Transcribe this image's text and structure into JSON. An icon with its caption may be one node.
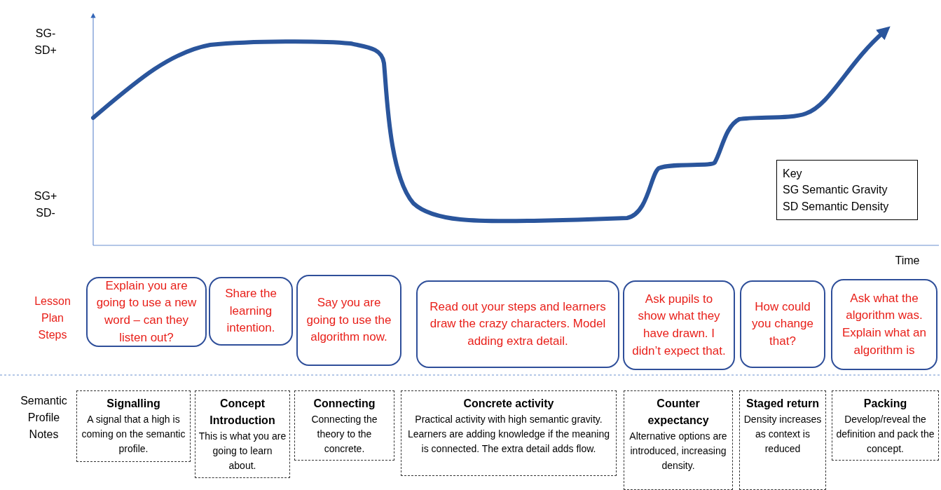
{
  "diagram": {
    "nodes": [
      {
        "text": [
          "Explain you are going to use a new word – can they listen out?"
        ]
      },
      {
        "text": [
          "Share the learning intention."
        ]
      },
      {
        "text": [
          "Say you are going to use the algorithm now."
        ]
      },
      {
        "text": [
          "Read out your steps and learners draw the crazy characters. Model adding extra detail."
        ]
      },
      {
        "text": [
          "Ask pupils to show  what they have drawn. I didn’t expect that."
        ]
      },
      {
        "text": [
          "How could you change that?"
        ]
      },
      {
        "text": [
          "Ask what the algorithm was. Explain what an algorithm is"
        ]
      },
      {
        "text": [
          "Signalling",
          "A signal that a high is coming on the semantic profile."
        ]
      },
      {
        "text": [
          "Concept Introduction",
          "This is what you are going to learn about."
        ]
      },
      {
        "text": [
          "Connecting",
          "Connecting the theory to the concrete."
        ]
      },
      {
        "text": [
          "Concrete activity",
          "Practical activity with high semantic gravity. Learners are adding knowledge if the meaning is connected. The extra detail adds flow."
        ]
      },
      {
        "text": [
          "Counter expectancy",
          "Alternative options are introduced, increasing density."
        ]
      },
      {
        "text": [
          "Staged return",
          "Density increases as context is reduced"
        ]
      },
      {
        "text": [
          "Packing",
          "Develop/reveal the definition and pack the concept."
        ]
      },
      {
        "text": [
          "Key",
          "SG Semantic Gravity",
          "SD Semantic Density"
        ]
      }
    ],
    "labels": [
      "SG- SD+",
      "SG+ SD-",
      "Time",
      "Lesson Plan Steps",
      "Semantic Profile Notes"
    ]
  }
}
